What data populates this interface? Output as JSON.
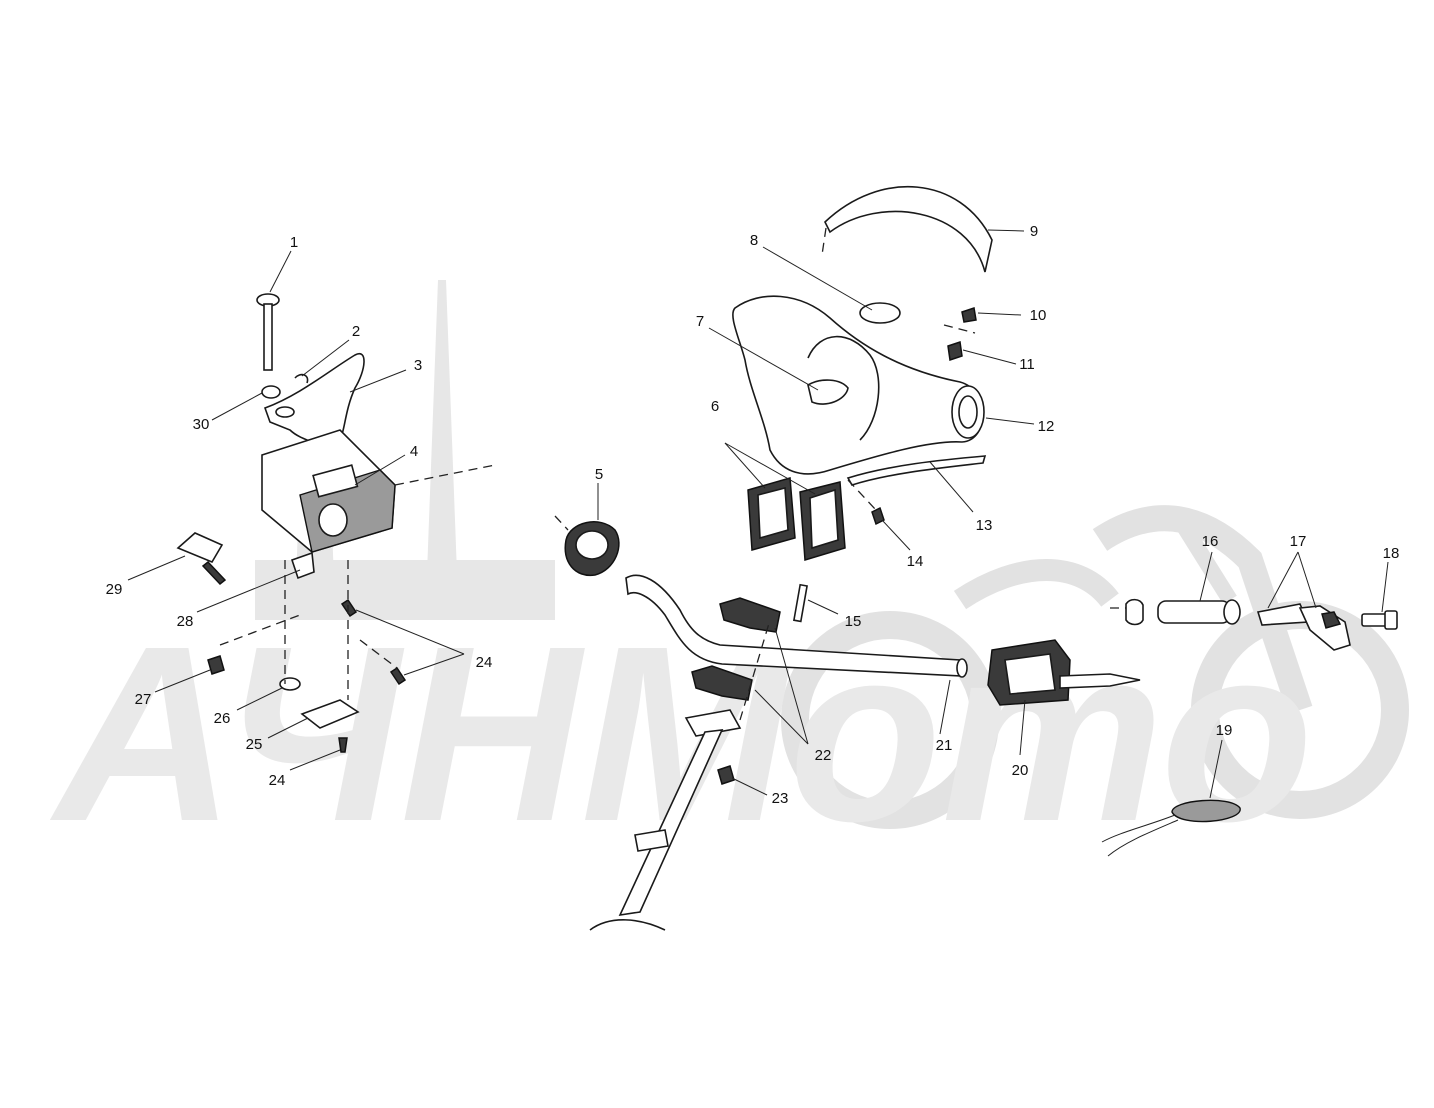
{
  "watermark": {
    "text": "АЧНМото"
  },
  "callouts": [
    {
      "id": "c1",
      "label": "1"
    },
    {
      "id": "c2",
      "label": "2"
    },
    {
      "id": "c3",
      "label": "3"
    },
    {
      "id": "c30",
      "label": "30"
    },
    {
      "id": "c4",
      "label": "4"
    },
    {
      "id": "c29",
      "label": "29"
    },
    {
      "id": "c28",
      "label": "28"
    },
    {
      "id": "c24a",
      "label": "24"
    },
    {
      "id": "c27",
      "label": "27"
    },
    {
      "id": "c26",
      "label": "26"
    },
    {
      "id": "c25",
      "label": "25"
    },
    {
      "id": "c24b",
      "label": "24"
    },
    {
      "id": "c5",
      "label": "5"
    },
    {
      "id": "c6",
      "label": "6"
    },
    {
      "id": "c7",
      "label": "7"
    },
    {
      "id": "c8",
      "label": "8"
    },
    {
      "id": "c9",
      "label": "9"
    },
    {
      "id": "c10",
      "label": "10"
    },
    {
      "id": "c11",
      "label": "11"
    },
    {
      "id": "c12",
      "label": "12"
    },
    {
      "id": "c13",
      "label": "13"
    },
    {
      "id": "c14",
      "label": "14"
    },
    {
      "id": "c15",
      "label": "15"
    },
    {
      "id": "c16",
      "label": "16"
    },
    {
      "id": "c17",
      "label": "17"
    },
    {
      "id": "c18",
      "label": "18"
    },
    {
      "id": "c19",
      "label": "19"
    },
    {
      "id": "c20",
      "label": "20"
    },
    {
      "id": "c21",
      "label": "21"
    },
    {
      "id": "c22",
      "label": "22"
    },
    {
      "id": "c23",
      "label": "23"
    }
  ]
}
